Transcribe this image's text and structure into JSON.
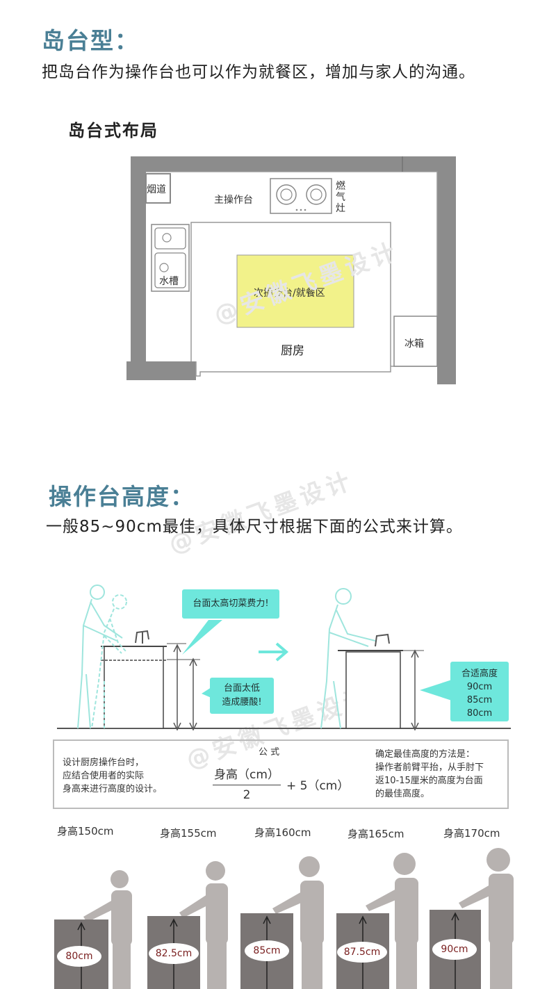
{
  "section1": {
    "title": "岛台型：",
    "desc": "把岛台作为操作台也可以作为就餐区，增加与家人的沟通。",
    "layout_title": "岛台式布局",
    "labels": {
      "flue": "烟道",
      "main_counter": "主操作台",
      "stove": "燃气灶",
      "sink": "水槽",
      "island": "次操作台/就餐区",
      "kitchen": "厨房",
      "fridge": "冰箱"
    }
  },
  "section2": {
    "title": "操作台高度：",
    "desc": "一般85~90cm最佳，具体尺寸根据下面的公式来计算。",
    "bubble_high": "台面太高切菜费力!",
    "bubble_low_1": "台面太低",
    "bubble_low_2": "造成腰酸!",
    "suitable_title": "合适高度",
    "suitable_values": [
      "90cm",
      "85cm",
      "80cm"
    ]
  },
  "formula": {
    "left_1": "设计厨房操作台时，",
    "left_2": "应结合使用者的实际",
    "left_3": "身高来进行高度的设计。",
    "title": "公 式",
    "numerator": "身高（cm）",
    "denominator": "2",
    "plus": "+ 5（cm）",
    "right_1": "确定最佳高度的方法是：",
    "right_2": "操作者前臂平抬，从手肘下",
    "right_3": "返10-15厘米的高度为台面",
    "right_4": "的最佳高度。"
  },
  "heights": [
    {
      "label": "身高150cm",
      "counter": "80cm"
    },
    {
      "label": "身高155cm",
      "counter": "82.5cm"
    },
    {
      "label": "身高160cm",
      "counter": "85cm"
    },
    {
      "label": "身高165cm",
      "counter": "87.5cm"
    },
    {
      "label": "身高170cm",
      "counter": "90cm"
    }
  ],
  "watermark": "@安徽飞墨设计",
  "colors": {
    "title": "#4a7f95",
    "wall": "#8c8c8c",
    "island": "#f2f28a",
    "figure": "#9ee5dd",
    "bubble": "#6ee7dc",
    "gray_figure": "#b7b2b0",
    "counter": "#7a7574"
  }
}
